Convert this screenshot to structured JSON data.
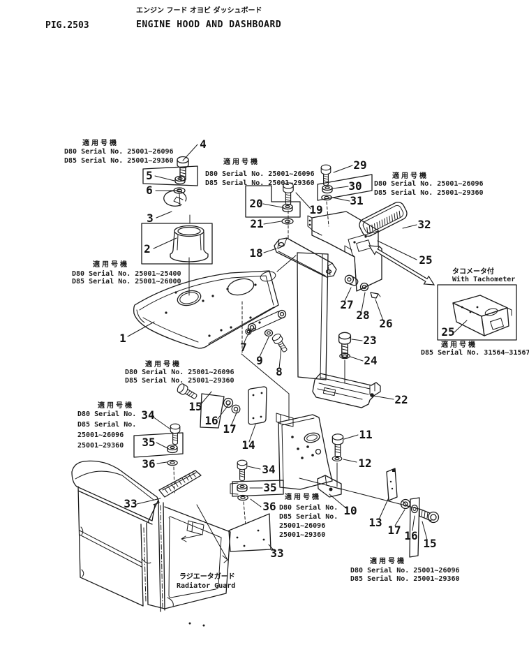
{
  "header": {
    "figure_no": "PIG.2503",
    "title_jp": "エンジン フード オヨビ ダッシュボード",
    "title_en": "ENGINE HOOD AND DASHBOARD"
  },
  "serial_blocks": [
    {
      "jp": "適用号機",
      "lines": [
        "D80 Serial No. 25001~26096",
        "D85 Serial No. 25001~29360"
      ]
    },
    {
      "jp": "適用号機",
      "lines": [
        "D80 Serial No. 25001~26096",
        "D85 Serial No. 25001~29360"
      ]
    },
    {
      "jp": "適用号機",
      "lines": [
        "D80 Serial No. 25001~26096",
        "D85 Serial No. 25001~29360"
      ]
    },
    {
      "jp": "適用号機",
      "lines": [
        "D80 Serial No. 25001~25400",
        "D85 Serial No. 25001~26000"
      ]
    },
    {
      "jp": "適用号機",
      "lines": [
        "D80 Serial No. 25001~26096",
        "D85 Serial No. 25001~29360"
      ]
    },
    {
      "jp": "適用号機",
      "lines": [
        "D80 Serial No.",
        "D85 Serial No.",
        "25001~26096",
        "25001~29360"
      ]
    },
    {
      "jp": "適用号機",
      "lines": [
        "D80 Serial No.",
        "D85 Serial No.",
        "25001~26096",
        "25001~29360"
      ]
    },
    {
      "jp": "適用号機",
      "lines": [
        "D80 Serial No. 25001~26096",
        "D85 Serial No. 25001~29360"
      ]
    }
  ],
  "tachometer_box": {
    "jp": "タコメータ付",
    "en": "With Tachometer",
    "label": "25",
    "serial_jp": "適用号機",
    "serial": "D85 Serial No. 31564~31567"
  },
  "radiator_guard": {
    "jp": "ラジエータガード",
    "en": "Radiator Guard"
  },
  "callouts": [
    "4",
    "5",
    "6",
    "3",
    "2",
    "29",
    "30",
    "31",
    "19",
    "20",
    "21",
    "18",
    "32",
    "25",
    "27",
    "28",
    "26",
    "23",
    "24",
    "22",
    "1",
    "7",
    "9",
    "8",
    "15",
    "16",
    "17",
    "14",
    "34",
    "35",
    "36",
    "11",
    "12",
    "10",
    "33",
    "34",
    "35",
    "36",
    "33",
    "13",
    "17",
    "16",
    "15",
    "25"
  ]
}
